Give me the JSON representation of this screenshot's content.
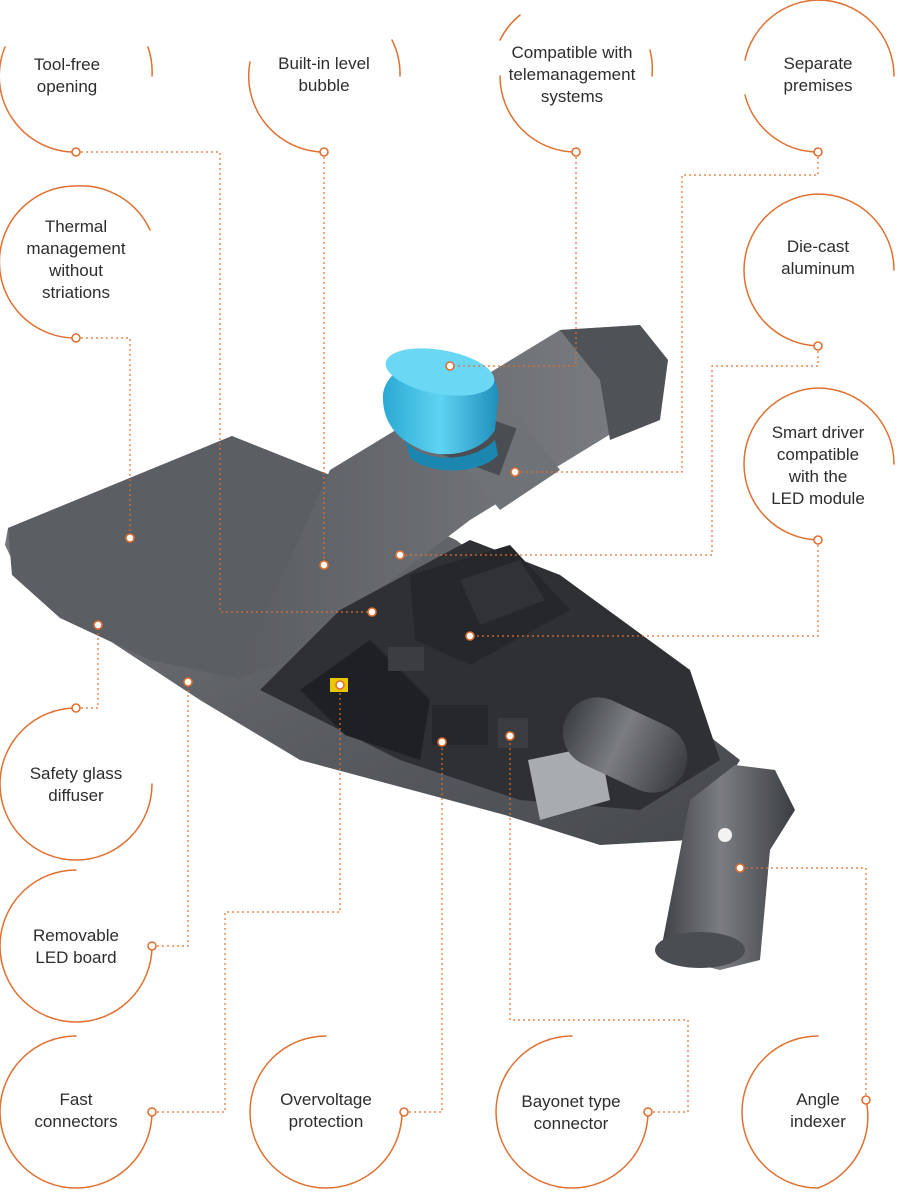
{
  "features": [
    {
      "id": "tool-free-opening",
      "label": "Tool-free\nopening"
    },
    {
      "id": "built-in-level-bubble",
      "label": "Built-in level\nbubble"
    },
    {
      "id": "telemanagement",
      "label": "Compatible with\ntelemanagement\nsystems"
    },
    {
      "id": "separate-premises",
      "label": "Separate\npremises"
    },
    {
      "id": "thermal-management",
      "label": "Thermal\nmanagement\nwithout\nstriations"
    },
    {
      "id": "die-cast-aluminum",
      "label": "Die-cast\naluminum"
    },
    {
      "id": "smart-driver",
      "label": "Smart driver\ncompatible\nwith the\nLED module"
    },
    {
      "id": "safety-glass",
      "label": "Safety glass\ndiffuser"
    },
    {
      "id": "removable-led-board",
      "label": "Removable\nLED board"
    },
    {
      "id": "fast-connectors",
      "label": "Fast\nconnectors"
    },
    {
      "id": "overvoltage-protection",
      "label": "Overvoltage\nprotection"
    },
    {
      "id": "bayonet-connector",
      "label": "Bayonet type\nconnector"
    },
    {
      "id": "angle-indexer",
      "label": "Angle\nindexer"
    }
  ],
  "colors": {
    "accent": "#e07030",
    "body_dark": "#4a4d52",
    "body_mid": "#6b6e73",
    "body_light": "#8c8f94",
    "sensor": "#3cc0e6",
    "text": "#2d2d2d"
  },
  "icons": {
    "product": "street-light-luminaire-cutaway"
  }
}
